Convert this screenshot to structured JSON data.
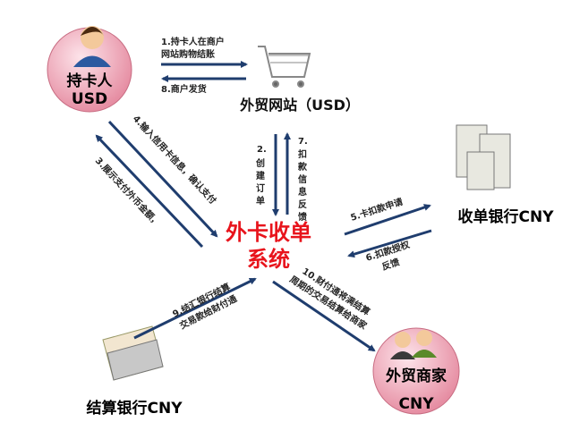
{
  "colors": {
    "arrow": "#1f3d6e",
    "center_text": "#e8141c",
    "node_fill": "#f4b8c4"
  },
  "nodes": {
    "cardholder": {
      "name": "持卡人",
      "currency": "USD"
    },
    "website": {
      "name": "外贸网站（USD）"
    },
    "acquirer": {
      "name": "收单银行CNY"
    },
    "center": {
      "line1": "外卡收单",
      "line2": "系统"
    },
    "merchant": {
      "name": "外贸商家",
      "currency": "CNY"
    },
    "settlement_bank": {
      "name": "结算银行CNY"
    }
  },
  "steps": {
    "s1": [
      "1.持卡人在商户",
      "网站购物结账"
    ],
    "s8": "8.商户发货",
    "s2": [
      "2.",
      "创",
      "建",
      "订",
      "单"
    ],
    "s7": [
      "7.",
      "扣",
      "款",
      "信",
      "息",
      "反",
      "馈"
    ],
    "s4": "4.输入信用卡信息，确认支付",
    "s3": "3.展示支付外币金额，",
    "s5": "5.卡扣款申请",
    "s6": [
      "6.扣款授权",
      "反馈"
    ],
    "s9": [
      "9.结汇银行结算",
      "交易款给财付通"
    ],
    "s10": [
      "10.财付通将满结算",
      "周期的交易结算给商家"
    ]
  }
}
